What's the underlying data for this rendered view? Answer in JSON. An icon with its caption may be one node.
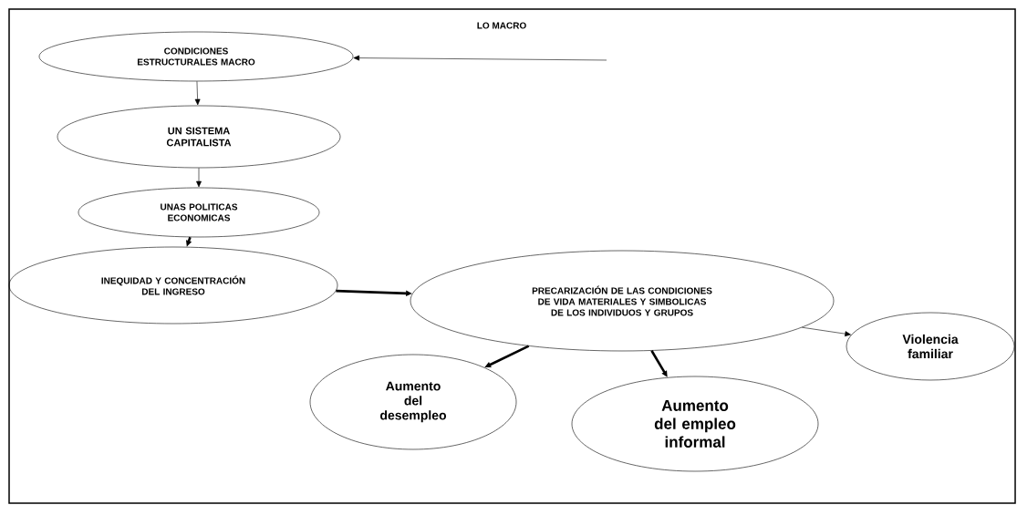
{
  "diagram": {
    "nodes": [
      {
        "text": [
          "CONDICIONES ESTRUCTURALES MACRO"
        ]
      },
      {
        "text": [
          "UN SISTEMA CAPITALISTA"
        ]
      },
      {
        "text": [
          "UNAS POLITICAS ECONOMICAS"
        ]
      },
      {
        "text": [
          "INEQUIDAD Y CONCENTRACIÓN DEL INGRESO"
        ]
      },
      {
        "text": [
          "PRECARIZACIÓN DE LAS CONDICIONES DE VIDA MATERIALES Y SIMBOLICAS DE LOS INDIVIDUOS Y GRUPOS"
        ]
      },
      {
        "text": [
          "Aumento del desempleo"
        ]
      },
      {
        "text": [
          "Aumento del empleo informal"
        ]
      },
      {
        "text": [
          "Violencia familiar"
        ]
      }
    ],
    "edges": [
      {
        "from": null,
        "to": 0,
        "arrow": "to"
      },
      {
        "from": 0,
        "to": 1,
        "arrow": "to"
      },
      {
        "from": 1,
        "to": 2,
        "arrow": "to"
      },
      {
        "from": 2,
        "to": 3,
        "arrow": "to",
        "style": "thick"
      },
      {
        "from": 3,
        "to": 4,
        "arrow": "to",
        "style": "thick"
      },
      {
        "from": 4,
        "to": 5,
        "arrow": "to",
        "style": "thick"
      },
      {
        "from": 4,
        "to": 6,
        "arrow": "to",
        "style": "thick"
      },
      {
        "from": 4,
        "to": 7,
        "arrow": "to"
      }
    ],
    "labels": [
      "LO MACRO"
    ]
  }
}
